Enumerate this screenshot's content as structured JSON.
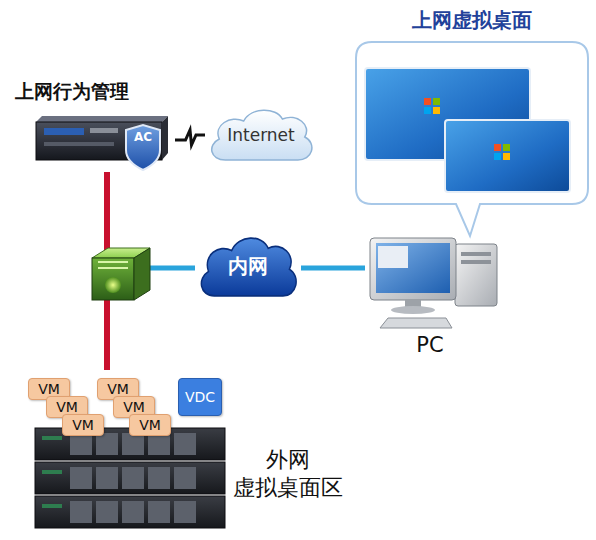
{
  "diagram": {
    "nodes": [
      {
        "text": [
          "上网虚拟桌面"
        ]
      },
      {
        "text": [
          "上网行为管理",
          "AC"
        ]
      },
      {
        "text": [
          "Internet"
        ]
      },
      {
        "text": [
          "内网"
        ]
      },
      {
        "text": [
          "PC"
        ]
      },
      {
        "text": [
          "外网 虚拟桌面区"
        ]
      },
      {
        "text": [
          "VM"
        ],
        "in": 5
      },
      {
        "text": [
          "VM"
        ],
        "in": 5
      },
      {
        "text": [
          "VM"
        ],
        "in": 5
      },
      {
        "text": [
          "VM"
        ],
        "in": 5
      },
      {
        "text": [
          "VM"
        ],
        "in": 5
      },
      {
        "text": [
          "VM"
        ],
        "in": 5
      },
      {
        "text": [
          "VDC"
        ],
        "in": 5
      }
    ],
    "edges": [
      {
        "from": 1,
        "to": 2,
        "arrow": "none"
      },
      {
        "from": 3,
        "to": 5,
        "arrow": "none"
      },
      {
        "from": 1,
        "to": 5,
        "arrow": "none"
      },
      {
        "from": 3,
        "to": 4,
        "arrow": "none"
      }
    ]
  }
}
